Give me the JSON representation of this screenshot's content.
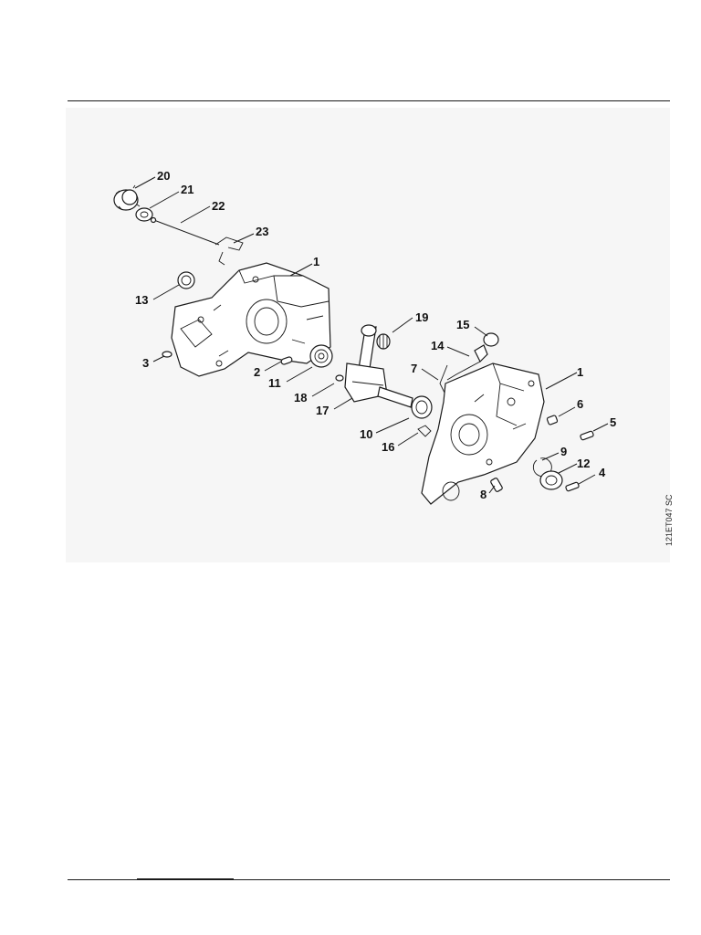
{
  "diagram": {
    "reference_code": "121ET047 SC",
    "callouts": [
      {
        "id": "c20",
        "label": "20"
      },
      {
        "id": "c21",
        "label": "21"
      },
      {
        "id": "c22",
        "label": "22"
      },
      {
        "id": "c23",
        "label": "23"
      },
      {
        "id": "c1a",
        "label": "1"
      },
      {
        "id": "c13",
        "label": "13"
      },
      {
        "id": "c19",
        "label": "19"
      },
      {
        "id": "c15",
        "label": "15"
      },
      {
        "id": "c14",
        "label": "14"
      },
      {
        "id": "c3",
        "label": "3"
      },
      {
        "id": "c2",
        "label": "2"
      },
      {
        "id": "c11",
        "label": "11"
      },
      {
        "id": "c7",
        "label": "7"
      },
      {
        "id": "c1b",
        "label": "1"
      },
      {
        "id": "c18",
        "label": "18"
      },
      {
        "id": "c17",
        "label": "17"
      },
      {
        "id": "c6",
        "label": "6"
      },
      {
        "id": "c5",
        "label": "5"
      },
      {
        "id": "c10",
        "label": "10"
      },
      {
        "id": "c16",
        "label": "16"
      },
      {
        "id": "c9",
        "label": "9"
      },
      {
        "id": "c12",
        "label": "12"
      },
      {
        "id": "c4",
        "label": "4"
      },
      {
        "id": "c8",
        "label": "8"
      }
    ]
  }
}
